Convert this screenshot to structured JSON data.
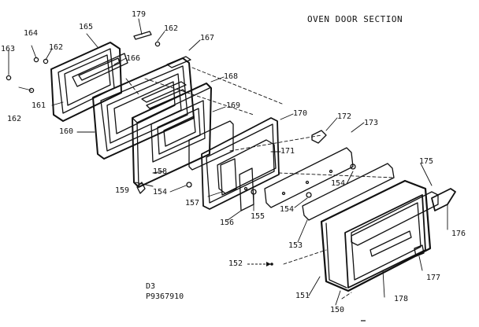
{
  "title": "OVEN DOOR SECTION",
  "footer": {
    "code": "D3",
    "model": "P9367910"
  },
  "labels": {
    "l179": "179",
    "l162a": "162",
    "l167": "167",
    "l164": "164",
    "l165": "165",
    "l162b": "162",
    "l163": "163",
    "l166": "166",
    "l168": "168",
    "l161": "161",
    "l162c": "162",
    "l169": "169",
    "l160": "160",
    "l170": "170",
    "l172": "172",
    "l173": "173",
    "l171": "171",
    "l158": "158",
    "l175": "175",
    "l159": "159",
    "l154a": "154",
    "l154b": "154",
    "l157": "157",
    "l154c": "154",
    "l156": "156",
    "l155": "155",
    "l176": "176",
    "l153": "153",
    "l152": "152",
    "l177": "177",
    "l151": "151",
    "l150": "150",
    "l178": "178"
  }
}
